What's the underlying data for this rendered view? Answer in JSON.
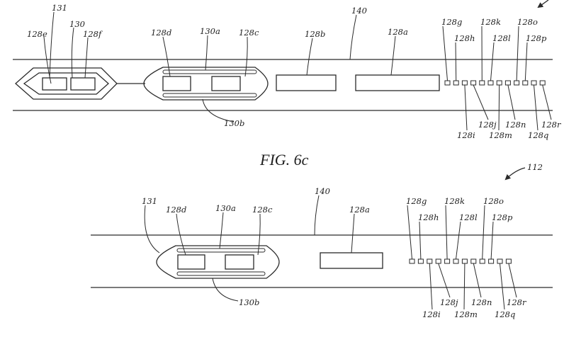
{
  "figures": [
    {
      "caption": "FIG. 6c",
      "labels": {
        "n131": "131",
        "n130": "130",
        "n128e": "128e",
        "n128f": "128f",
        "n128d": "128d",
        "n130a": "130a",
        "n128c": "128c",
        "n128b": "128b",
        "n140": "140",
        "n128a": "128a",
        "n128g": "128g",
        "n128h": "128h",
        "n128k": "128k",
        "n128l": "128l",
        "n128o": "128o",
        "n128p": "128p",
        "n128i": "128i",
        "n128j": "128j",
        "n128m": "128m",
        "n128n": "128n",
        "n128q": "128q",
        "n128r": "128r",
        "n130b": "130b"
      }
    },
    {
      "ref": "112",
      "labels": {
        "n131": "131",
        "n128d": "128d",
        "n130a": "130a",
        "n128c": "128c",
        "n140": "140",
        "n128a": "128a",
        "n128g": "128g",
        "n128h": "128h",
        "n128k": "128k",
        "n128l": "128l",
        "n128o": "128o",
        "n128p": "128p",
        "n128i": "128i",
        "n128j": "128j",
        "n128m": "128m",
        "n128n": "128n",
        "n128q": "128q",
        "n128r": "128r",
        "n130b": "130b"
      }
    }
  ]
}
